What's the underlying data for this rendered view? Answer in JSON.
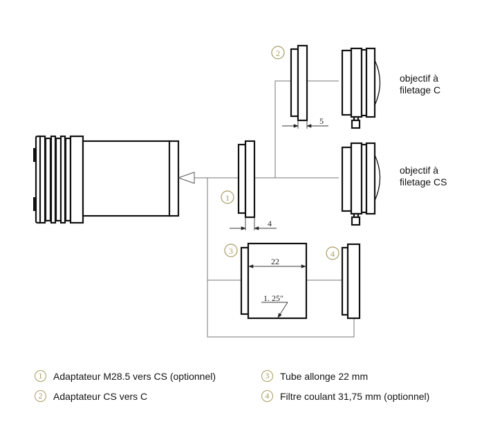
{
  "diagram": {
    "labels": {
      "lens_c": [
        "objectif à",
        "filetage C"
      ],
      "lens_cs": [
        "objectif à",
        "filetage CS"
      ]
    },
    "markers": [
      "1",
      "2",
      "3",
      "4"
    ],
    "dimensions": {
      "adapter_1_width": "4",
      "adapter_2_width": "5",
      "tube_length": "22",
      "tube_diameter": "1. 25″"
    },
    "colors": {
      "marker": "#a89c5a",
      "outline": "#111111",
      "connector": "#777777"
    }
  },
  "legend": [
    {
      "num": "1",
      "text": "Adaptateur M28.5 vers CS (optionnel)"
    },
    {
      "num": "2",
      "text": "Adaptateur CS vers C"
    },
    {
      "num": "3",
      "text": "Tube allonge 22 mm"
    },
    {
      "num": "4",
      "text": "Filtre coulant 31,75 mm (optionnel)"
    }
  ]
}
